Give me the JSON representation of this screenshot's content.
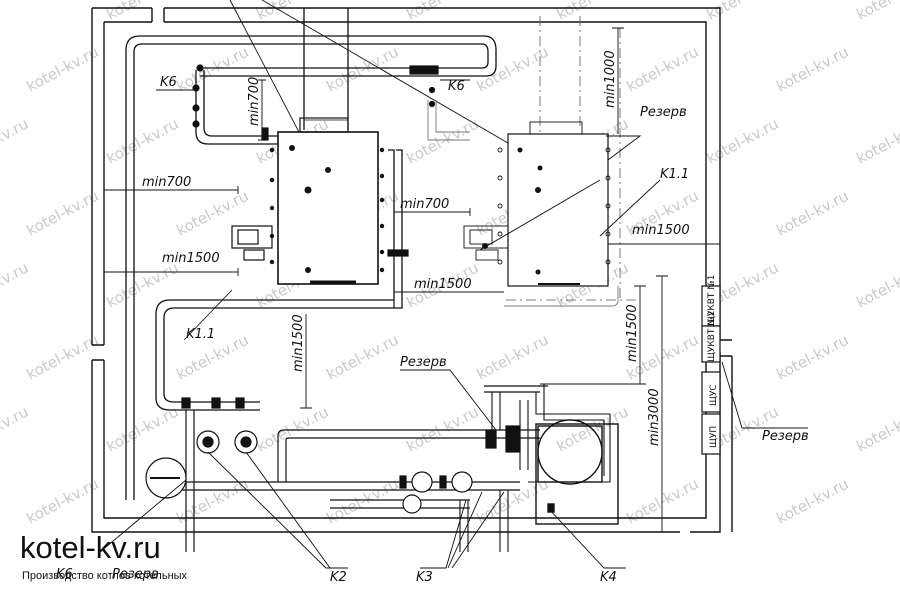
{
  "labels": {
    "k6_left": "K6",
    "k6_top": "K6",
    "min700_vertical": "min700",
    "min1000": "min1000",
    "reserve_top": "Резерв",
    "k11_right": "K1.1",
    "min700_left": "min700",
    "min700_mid": "min700",
    "min1500_right": "min1500",
    "min1500_left": "min1500",
    "min1500_mid": "min1500",
    "k11_left": "K1.1",
    "min1500_vertical_left": "min1500",
    "min1500_vertical_right": "min1500",
    "reserve_mid": "Резерв",
    "min3000": "min3000",
    "reserve_right": "Резерв",
    "k2": "K2",
    "k3": "K3",
    "k4": "K4",
    "reserve_bottom": "Резерв",
    "k6_bottom": "K6"
  },
  "panels": {
    "panel1": "ЩУКВТ №1",
    "panel2": "ЩУКВТ №2",
    "shus": "ЩУС",
    "shup": "ЩУП"
  },
  "watermark": "kotel-kv.ru",
  "brand": {
    "name": "kotel-kv.ru",
    "tagline": "Производство котлов котельных"
  }
}
